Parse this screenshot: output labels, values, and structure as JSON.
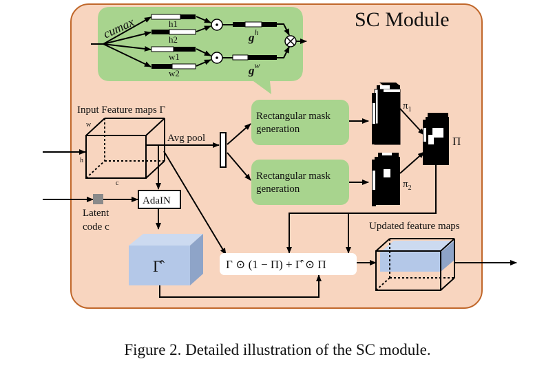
{
  "module_title": "SC Module",
  "cumax_label": "cumax",
  "branch_labels": [
    "h1",
    "h2",
    "w1",
    "w2"
  ],
  "gate_h": "g",
  "gate_h_sup": "h",
  "gate_w": "g",
  "gate_w_sup": "w",
  "input_label": "Input Feature maps Γ",
  "cube_labels": {
    "w": "w",
    "h": "h",
    "c": "c"
  },
  "avg_pool": "Avg pool",
  "mask_box_1": [
    "Rectangular mask",
    "generation"
  ],
  "mask_box_2": [
    "Rectangular mask",
    "generation"
  ],
  "pi1_main": "π",
  "pi1_sub": "1",
  "pi2_main": "π",
  "pi2_sub": "2",
  "big_pi": "Π",
  "adain": "AdaIN",
  "latent_line1": "Latent",
  "latent_line2": "code c",
  "gamma_hat": "Γ̂",
  "formula": "Γ ⊙ (1 − Π) + Γ̂ ⊙ Π",
  "updated_label": "Updated feature maps",
  "caption": "Figure 2. Detailed illustration of the SC module.",
  "colors": {
    "module_fill": "#f8d5bf",
    "module_border": "#c0672a",
    "green": "#a8d48e",
    "blue_front": "#b4c8e8",
    "blue_side": "#8ea4c8",
    "blue_top": "#ccdaf0"
  }
}
